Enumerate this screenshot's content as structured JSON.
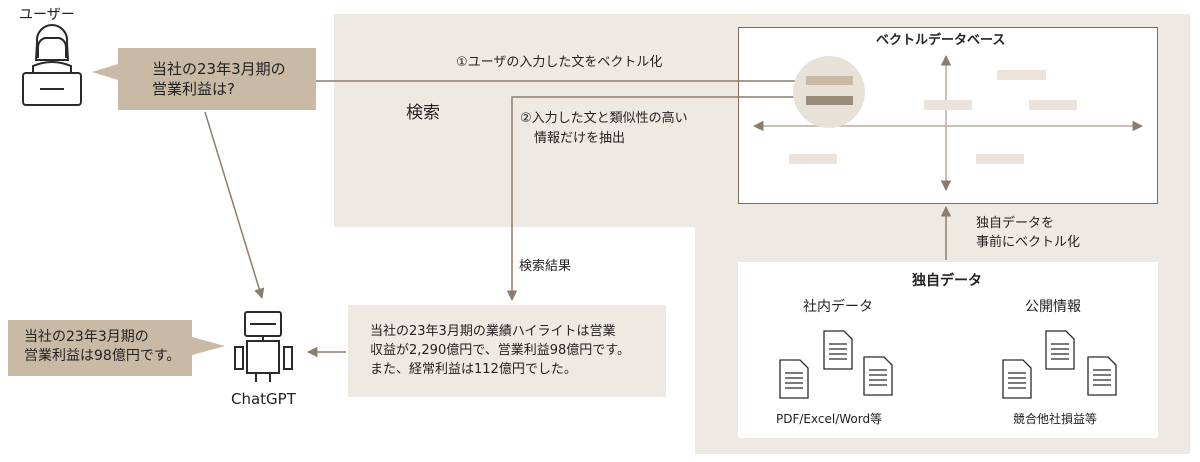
{
  "user": {
    "label": "ユーザー"
  },
  "question": {
    "line1": "当社の23年3月期の",
    "line2": "営業利益は?"
  },
  "search": {
    "title": "検索"
  },
  "steps": {
    "step1": "①ユーザの入力した文をベクトル化",
    "step2_line1": "②入力した文と類似性の高い",
    "step2_line2": "情報だけを抽出",
    "result": "検索結果",
    "vectorize_line1": "独自データを",
    "vectorize_line2": "事前にベクトル化"
  },
  "vector_db": {
    "title": "ベクトルデータベース"
  },
  "own_data": {
    "title": "独自データ",
    "internal": {
      "title": "社内データ",
      "caption": "PDF/Excel/Word等"
    },
    "public": {
      "title": "公開情報",
      "caption": "競合他社損益等"
    }
  },
  "search_result": {
    "line1": "当社の23年3月期の業績ハイライトは営業",
    "line2": "収益が2,290億円で、営業利益98億円です。",
    "line3": "また、経常利益は112億円でした。"
  },
  "answer": {
    "line1": "当社の23年3月期の",
    "line2": "営業利益は98億円です。"
  },
  "bot": {
    "label": "ChatGPT"
  },
  "colors": {
    "panel": "#efe9e3",
    "callout": "#c8baa4",
    "arrow": "#8a7d6e",
    "bar_light": "#e6dccf",
    "bar_dark": "#9a8c7a"
  }
}
